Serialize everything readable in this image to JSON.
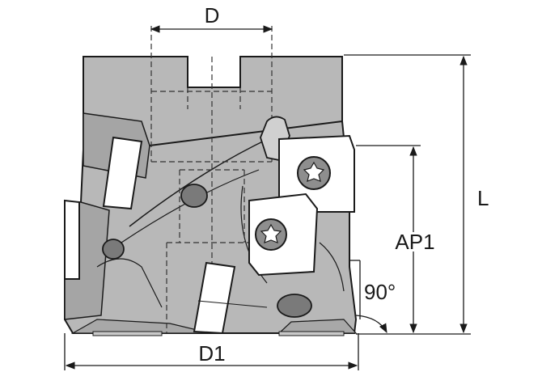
{
  "labels": {
    "d": "D",
    "d1": "D1",
    "l": "L",
    "ap1": "AP1",
    "angle": "90°"
  },
  "colors": {
    "body_fill": "#b8b8b8",
    "body_dark": "#9d9d9d",
    "insert_fill": "#ffffff",
    "screw_fill": "#8e8e8e",
    "hole_fill": "#7a7a7a",
    "line": "#1a1a1a",
    "hidden_line": "#333333",
    "background": "#ffffff"
  },
  "icons": {
    "insert_upper": "torx-screw-icon",
    "insert_lower": "torx-screw-icon"
  }
}
